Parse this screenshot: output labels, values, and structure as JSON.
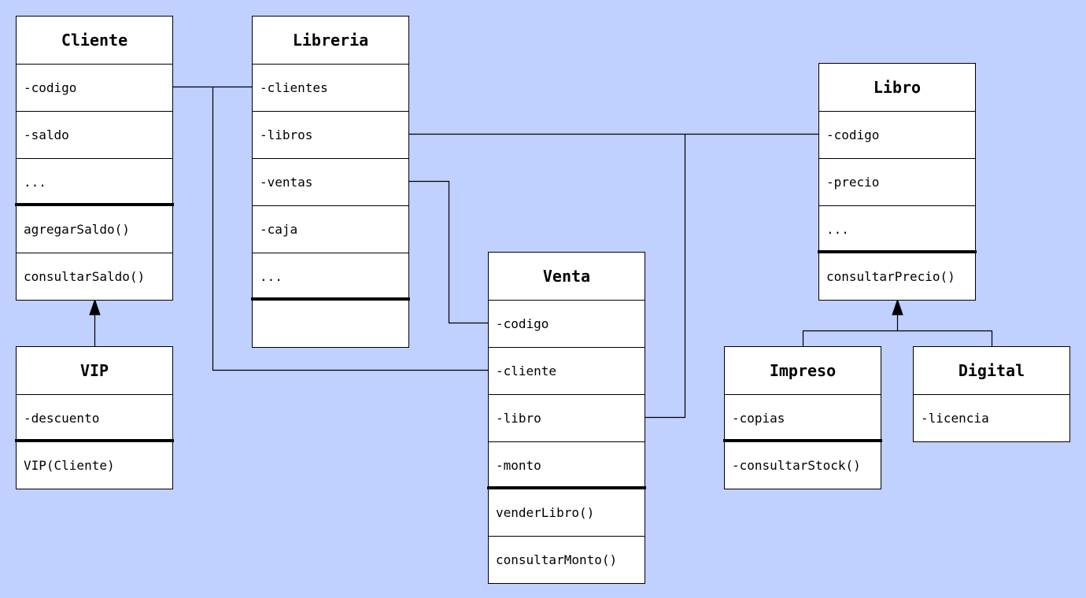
{
  "classes": {
    "cliente": {
      "name": "Cliente",
      "attributes": [
        "-codigo",
        "-saldo",
        "..."
      ],
      "methods": [
        "agregarSaldo()",
        "consultarSaldo()"
      ]
    },
    "libreria": {
      "name": "Libreria",
      "attributes": [
        "-clientes",
        "-libros",
        "-ventas",
        "-caja",
        "..."
      ],
      "methods": []
    },
    "libro": {
      "name": "Libro",
      "attributes": [
        "-codigo",
        "-precio",
        "..."
      ],
      "methods": [
        "consultarPrecio()"
      ]
    },
    "venta": {
      "name": "Venta",
      "attributes": [
        "-codigo",
        "-cliente",
        "-libro",
        "-monto"
      ],
      "methods": [
        "venderLibro()",
        "consultarMonto()"
      ]
    },
    "vip": {
      "name": "VIP",
      "attributes": [
        "-descuento"
      ],
      "methods": [
        "VIP(Cliente)"
      ]
    },
    "impreso": {
      "name": "Impreso",
      "attributes": [
        "-copias"
      ],
      "methods": [
        "-consultarStock()"
      ]
    },
    "digital": {
      "name": "Digital",
      "attributes": [
        "-licencia"
      ],
      "methods": []
    }
  },
  "relationships": [
    {
      "type": "association",
      "from": "cliente.-codigo",
      "to": "libreria.-clientes"
    },
    {
      "type": "association",
      "from": "libreria.-libros",
      "to": "libro.-codigo"
    },
    {
      "type": "association",
      "from": "libreria.-ventas",
      "to": "venta.-codigo"
    },
    {
      "type": "association",
      "from": "cliente.-codigo",
      "to": "venta.-cliente"
    },
    {
      "type": "association",
      "from": "venta.-libro",
      "to": "libro.-codigo"
    },
    {
      "type": "inheritance",
      "child": "vip",
      "parent": "cliente"
    },
    {
      "type": "inheritance",
      "child": "impreso",
      "parent": "libro"
    },
    {
      "type": "inheritance",
      "child": "digital",
      "parent": "libro"
    }
  ],
  "colors": {
    "background": "#c0d0ff",
    "box_fill": "#ffffff",
    "line": "#000000"
  }
}
